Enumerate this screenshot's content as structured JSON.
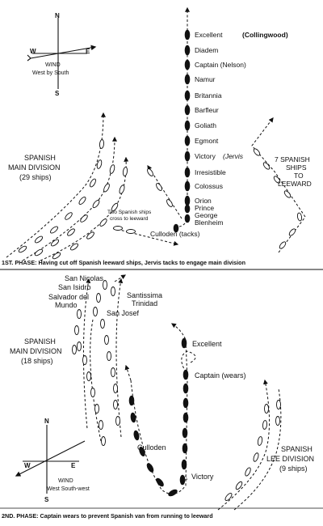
{
  "phase1": {
    "compass": {
      "n": "N",
      "s": "S",
      "e": "E",
      "w": "W",
      "wind_title": "WIND",
      "wind_dir": "West by South"
    },
    "british_line": [
      "Excellent",
      "Diadem",
      "Captain (Nelson)",
      "Namur",
      "Britannia",
      "Barfleur",
      "Goliath",
      "Egmont",
      "Victory",
      "Irresistible",
      "Colossus",
      "Orion",
      "Prince",
      "George",
      "Blenheim"
    ],
    "excellent_note": "(Collingwood)",
    "victory_note": "(Jervis",
    "culloden_label": "Culloden (tacks)",
    "spanish_main": [
      "SPANISH",
      "MAIN DIVISION",
      "(29 ships)"
    ],
    "leeward": [
      "7 SPANISH",
      "SHIPS",
      "TO",
      "LEEWARD"
    ],
    "two_ships": [
      "Two Spanish ships",
      "cross to leeward"
    ],
    "caption": "1ST. PHASE: Having cut off Spanish leeward ships, Jervis tacks to engage main division"
  },
  "phase2": {
    "compass": {
      "n": "N",
      "s": "S",
      "e": "E",
      "w": "W",
      "wind_title": "WIND",
      "wind_dir": "West South-west"
    },
    "spanish_names": [
      "San Nicolas",
      "San Isidro",
      "Salvador del",
      "Mundo",
      "San Josef",
      "Santissima",
      "Trinidad"
    ],
    "spanish_main": [
      "SPANISH",
      "MAIN DIVISION",
      "(18 ships)"
    ],
    "excellent_label": "Excellent",
    "captain_label": "Captain (wears)",
    "culloden_label": "Culloden",
    "victory_label": "Victory",
    "lee_division": [
      "SPANISH",
      "LEE DIVISION",
      "(9 ships)"
    ],
    "caption": "2ND. PHASE: Captain wears to prevent Spanish van from running to leeward"
  }
}
